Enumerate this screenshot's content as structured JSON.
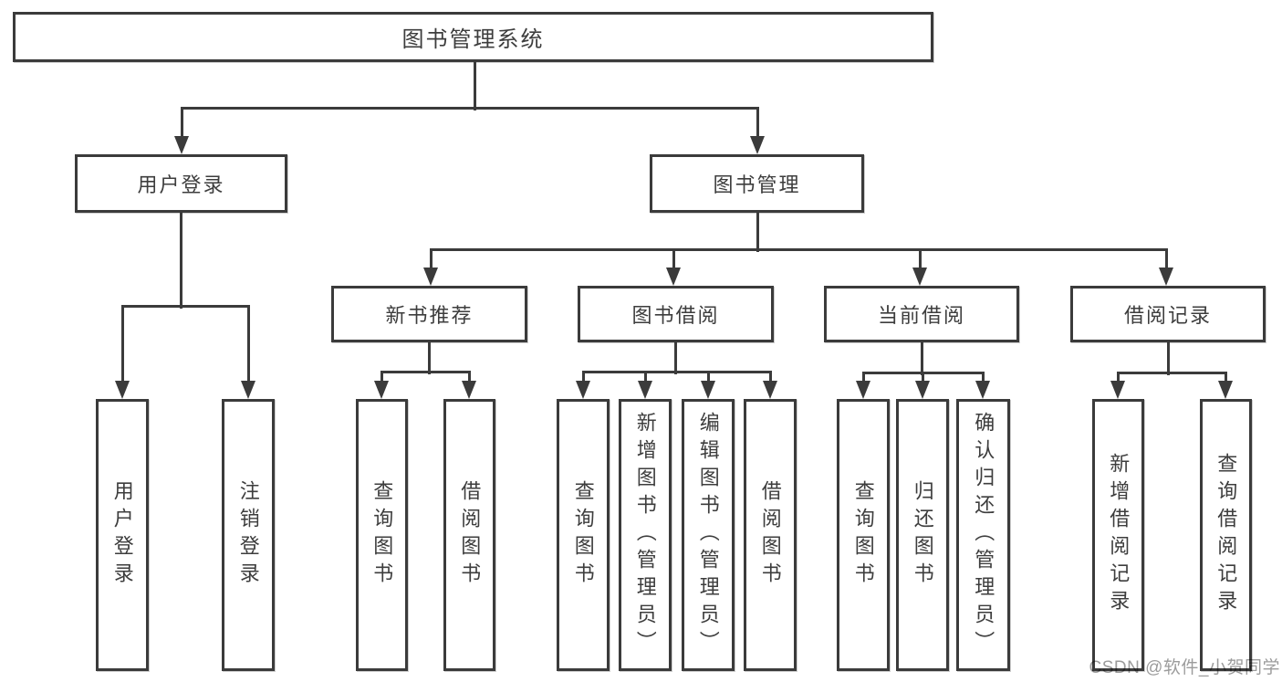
{
  "tree": {
    "label": "图书管理系统",
    "children": [
      {
        "label": "用户登录",
        "children": [
          {
            "label": "用户登录"
          },
          {
            "label": "注销登录"
          }
        ]
      },
      {
        "label": "图书管理",
        "children": [
          {
            "label": "新书推荐",
            "children": [
              {
                "label": "查询图书"
              },
              {
                "label": "借阅图书"
              }
            ]
          },
          {
            "label": "图书借阅",
            "children": [
              {
                "label": "查询图书"
              },
              {
                "label": "新增图书（管理员）"
              },
              {
                "label": "编辑图书（管理员）"
              },
              {
                "label": "借阅图书"
              }
            ]
          },
          {
            "label": "当前借阅",
            "children": [
              {
                "label": "查询图书"
              },
              {
                "label": "归还图书"
              },
              {
                "label": "确认归还（管理员）"
              }
            ]
          },
          {
            "label": "借阅记录",
            "children": [
              {
                "label": "新增借阅记录"
              },
              {
                "label": "查询借阅记录"
              }
            ]
          }
        ]
      }
    ]
  },
  "watermark": "CSDN @软件_小贺同学",
  "colors": {
    "line": "#3b3b3b",
    "text": "#3d3d3d",
    "watermark": "#9c9c9c",
    "background": "#ffffff"
  }
}
